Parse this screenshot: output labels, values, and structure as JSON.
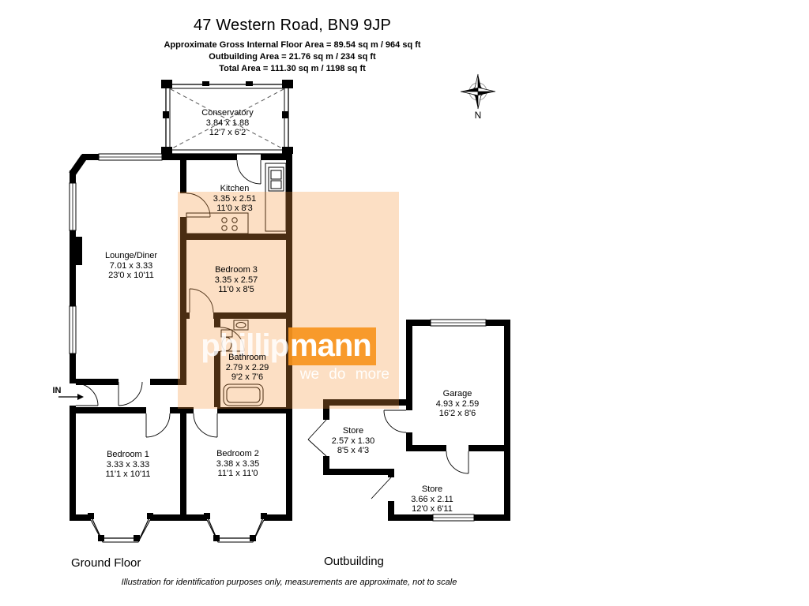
{
  "header": {
    "title": "47 Western Road, BN9 9JP",
    "area_line1": "Approximate Gross Internal Floor Area = 89.54 sq m / 964 sq ft",
    "area_line2": "Outbuilding Area = 21.76 sq m / 234 sq ft",
    "area_line3": "Total Area = 111.30 sq m / 1198 sq ft"
  },
  "compass": {
    "label": "N"
  },
  "entrance": {
    "label": "IN"
  },
  "rooms": {
    "conservatory": {
      "name": "Conservatory",
      "metric": "3.84 x 1.88",
      "imperial": "12'7 x 6'2"
    },
    "kitchen": {
      "name": "Kitchen",
      "metric": "3.35 x 2.51",
      "imperial": "11'0 x 8'3"
    },
    "lounge": {
      "name": "Lounge/Diner",
      "metric": "7.01 x 3.33",
      "imperial": "23'0 x 10'11"
    },
    "bedroom3": {
      "name": "Bedroom 3",
      "metric": "3.35 x 2.57",
      "imperial": "11'0 x 8'5"
    },
    "bathroom": {
      "name": "Bathroom",
      "metric": "2.79 x 2.29",
      "imperial": "9'2 x 7'6"
    },
    "bedroom1": {
      "name": "Bedroom 1",
      "metric": "3.33 x 3.33",
      "imperial": "11'1 x 10'11"
    },
    "bedroom2": {
      "name": "Bedroom 2",
      "metric": "3.38 x 3.35",
      "imperial": "11'1 x 11'0"
    },
    "garage": {
      "name": "Garage",
      "metric": "4.93 x 2.59",
      "imperial": "16'2 x 8'6"
    },
    "store1": {
      "name": "Store",
      "metric": "2.57 x 1.30",
      "imperial": "8'5 x 4'3"
    },
    "store2": {
      "name": "Store",
      "metric": "3.66 x 2.11",
      "imperial": "12'0 x 6'11"
    }
  },
  "floors": {
    "ground": "Ground Floor",
    "outbuilding": "Outbuilding"
  },
  "watermark": {
    "brand_light": "phillip",
    "brand_boxed": "mann",
    "tagline": "we do more",
    "orange": "#f7941d"
  },
  "footer": {
    "disclaimer": "Illustration for identification purposes only, measurements are approximate, not to scale"
  }
}
